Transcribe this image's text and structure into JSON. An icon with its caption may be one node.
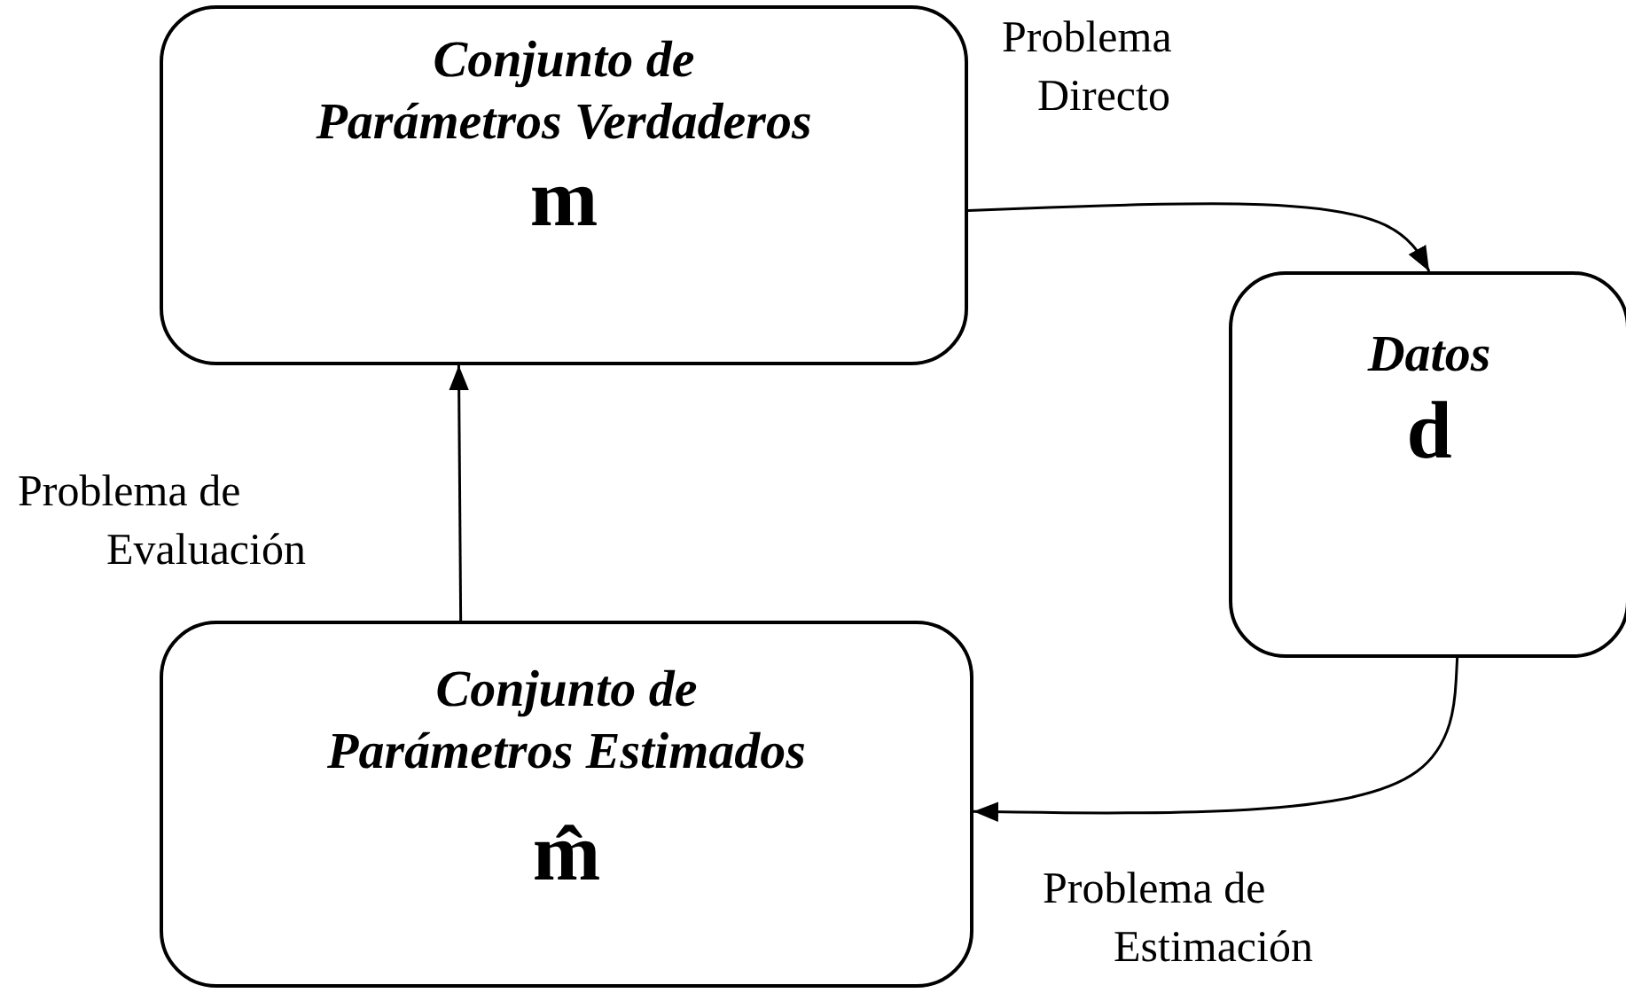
{
  "diagram": {
    "nodes": [
      {
        "text": [
          "Conjunto de Parámetros Verdaderos",
          "m"
        ]
      },
      {
        "text": [
          "Datos",
          "d"
        ]
      },
      {
        "text": [
          "Conjunto de Parámetros Estimados",
          "m̂"
        ]
      }
    ],
    "edges": [
      {
        "from": 0,
        "to": 1,
        "arrow": "to",
        "label": "Problema Directo"
      },
      {
        "from": 1,
        "to": 2,
        "arrow": "to",
        "label": "Problema de Estimación"
      },
      {
        "from": 2,
        "to": 0,
        "arrow": "to",
        "label": "Problema de Evaluación"
      }
    ]
  }
}
